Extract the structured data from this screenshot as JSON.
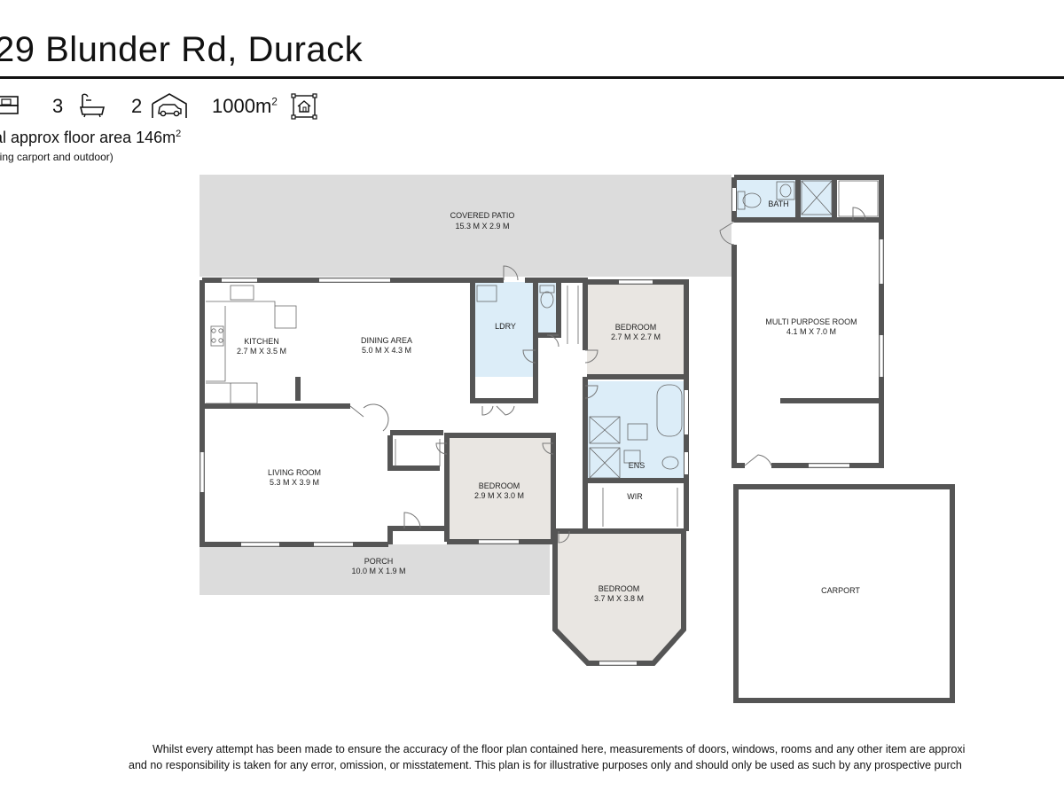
{
  "header": {
    "title": "29 Blunder Rd, Durack",
    "bedrooms": "3",
    "bathrooms": "2",
    "land_size": "1000m",
    "land_size_sup": "2",
    "floor_area_text": "al approx floor area 146m",
    "floor_area_sup": "2",
    "floor_area_note": "ding carport and outdoor)"
  },
  "icons": [
    "bed-icon",
    "bath-icon",
    "car-icon",
    "land-area-icon"
  ],
  "colors": {
    "wall": "#555555",
    "outdoor": "#dcdcdc",
    "wet_area": "#dcedf8",
    "bedroom": "#e9e6e2"
  },
  "rooms": {
    "covered_patio": {
      "name": "COVERED PATIO",
      "size": "15.3 M X 2.9 M"
    },
    "kitchen": {
      "name": "KITCHEN",
      "size": "2.7 M X 3.5 M"
    },
    "dining": {
      "name": "DINING AREA",
      "size": "5.0 M X 4.3 M"
    },
    "ldry": {
      "name": "LDRY"
    },
    "bedroom_a": {
      "name": "BEDROOM",
      "size": "2.7 M X 2.7 M"
    },
    "bath": {
      "name": "BATH"
    },
    "multi_purpose": {
      "name": "MULTI PURPOSE ROOM",
      "size": "4.1 M X 7.0 M"
    },
    "living": {
      "name": "LIVING ROOM",
      "size": "5.3 M X 3.9 M"
    },
    "bedroom_b": {
      "name": "BEDROOM",
      "size": "2.9 M X 3.0 M"
    },
    "ens": {
      "name": "ENS"
    },
    "wir": {
      "name": "WIR"
    },
    "porch": {
      "name": "PORCH",
      "size": "10.0 M X 1.9 M"
    },
    "bedroom_c": {
      "name": "BEDROOM",
      "size": "3.7 M X 3.8 M"
    },
    "carport": {
      "name": "CARPORT"
    }
  },
  "disclaimer": {
    "line1": "Whilst every attempt has been made to ensure the accuracy of the floor plan contained here, measurements of doors, windows, rooms and any other item are approxi",
    "line2": "and no responsibility is taken for any error, omission, or misstatement. This plan is for illustrative purposes only and should only be used as such by any prospective purch"
  }
}
